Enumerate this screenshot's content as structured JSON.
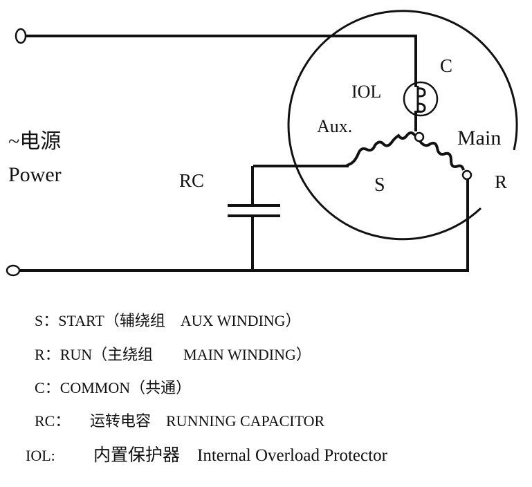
{
  "diagram": {
    "title": "Single-phase compressor motor wiring diagram",
    "labels": {
      "power_cn": "~电源",
      "power_en": "Power",
      "rc": "RC",
      "iol": "IOL",
      "c": "C",
      "aux": "Aux.",
      "main": "Main",
      "s": "S",
      "r": "R"
    },
    "components": [
      {
        "id": "power-terminal-top",
        "type": "terminal"
      },
      {
        "id": "power-terminal-bottom",
        "type": "terminal"
      },
      {
        "id": "running-capacitor",
        "type": "capacitor",
        "label": "RC"
      },
      {
        "id": "internal-overload-protector",
        "type": "protector",
        "label": "IOL"
      },
      {
        "id": "aux-winding",
        "type": "coil",
        "label": "Aux.",
        "terminal": "S"
      },
      {
        "id": "main-winding",
        "type": "coil",
        "label": "Main",
        "terminal": "R"
      },
      {
        "id": "common-terminal",
        "type": "terminal",
        "label": "C"
      },
      {
        "id": "compressor-housing",
        "type": "circle"
      }
    ],
    "colors": {
      "line": "#111111",
      "background": "#ffffff"
    }
  },
  "legend": [
    {
      "key": "S：",
      "value": "START（辅绕组　AUX WINDING）"
    },
    {
      "key": "R：",
      "value": "RUN（主绕组　　MAIN WINDING）"
    },
    {
      "key": "C：",
      "value": "COMMON（共通）"
    },
    {
      "key": "RC：",
      "value": "运转电容　RUNNING CAPACITOR"
    },
    {
      "key": "IOL:",
      "value": "内置保护器　Internal Overload Protector"
    }
  ]
}
